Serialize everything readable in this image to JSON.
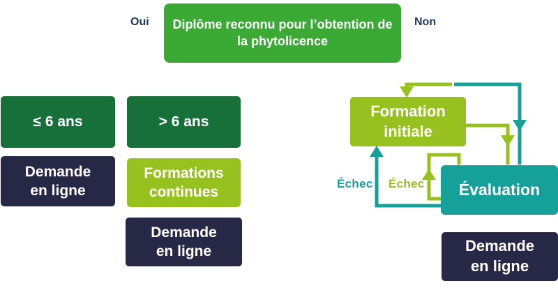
{
  "colors": {
    "background": "#ffffff",
    "root_green": "#3aaa35",
    "dark_green": "#17703a",
    "navy": "#262845",
    "lime": "#97c11f",
    "teal": "#16a09a",
    "label_blue": "#1c3a54",
    "text_white": "#ffffff"
  },
  "root": {
    "title_lines": [
      "Diplôme reconnu pour l’obtention de",
      "la phytolicence"
    ],
    "yes_label": "Oui",
    "no_label": "Non"
  },
  "yes_branch": {
    "recent_diploma": {
      "condition_label": "≤ 6 ans",
      "action_lines": [
        "Demande",
        "en ligne"
      ]
    },
    "old_diploma": {
      "condition_label": "> 6 ans",
      "training_lines": [
        "Formations",
        "continues"
      ],
      "action_lines": [
        "Demande",
        "en ligne"
      ]
    }
  },
  "no_branch": {
    "training_lines": [
      "Formation",
      "initiale"
    ],
    "evaluation_label": "Évaluation",
    "action_lines": [
      "Demande",
      "en ligne"
    ],
    "fail_to_training_label": "Échec",
    "fail_retry_evaluation_label": "Échec"
  }
}
